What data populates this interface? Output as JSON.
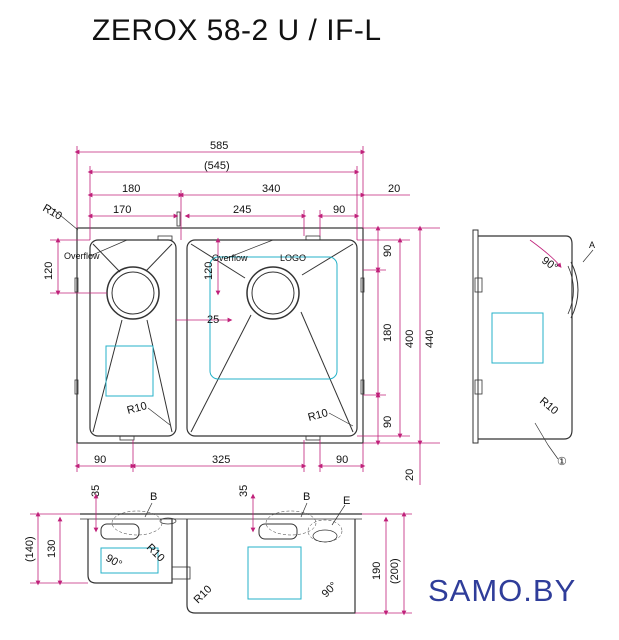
{
  "title": "ZEROX 58-2 U / IF-L",
  "brand": "SAMO.BY",
  "colors": {
    "line": "#333333",
    "dim": "#c0207a",
    "cyan": "#24b2c8",
    "brand": "#2f3d9a"
  },
  "top_view": {
    "overall_width": "585",
    "inner_width": "(545)",
    "left_bowl": "180",
    "right_bowl": "340",
    "right_margin": "20",
    "left_inner": "170",
    "right_inner": "245",
    "right_offset": "90",
    "corner_radius_outer": "R10",
    "left_drain_offset": "120",
    "right_drain_offset": "120",
    "overflow_left": "Overflow",
    "overflow_right": "Overflow",
    "logo": "LOGO",
    "gap": "25",
    "corner_radius_left": "R10",
    "corner_radius_right": "R10",
    "bottom_left": "90",
    "bottom_middle": "325",
    "bottom_right": "90",
    "height_top": "90",
    "height_middle": "180",
    "height_bottom": "90",
    "height_inner": "400",
    "height_total": "440",
    "bottom_margin": "20"
  },
  "side_view": {
    "angle": "90°",
    "marker_a": "A",
    "corner_radius": "R10",
    "marker_1": "①"
  },
  "section_view": {
    "depth_left_offset": "35",
    "depth_right_offset": "35",
    "marker_b_left": "B",
    "marker_b_right": "B",
    "marker_e": "E",
    "left_total": "(140)",
    "left_depth": "130",
    "angle_left": "90°",
    "radius_left": "R10",
    "radius_right": "R10",
    "angle_right": "90°",
    "right_depth": "190",
    "right_total": "(200)"
  }
}
